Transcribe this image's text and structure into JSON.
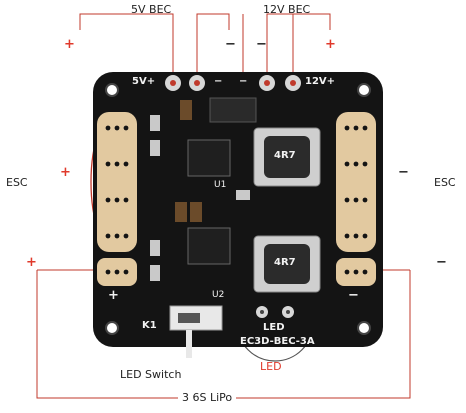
{
  "colors": {
    "board": "#141414",
    "pad": "#e2c9a0",
    "wire": "#c0392b",
    "accent": "#e0392b",
    "label": "#222222",
    "silk": "#f2f2f2"
  },
  "labels": {
    "bec_5v": "5V BEC",
    "bec_12v": "12V BEC",
    "esc_left": "ESC",
    "esc_right": "ESC",
    "led_switch": "LED Switch",
    "led": "LED",
    "lipo": "3 6S LiPo"
  },
  "signs": {
    "plus": "+",
    "minus": "−"
  },
  "board": {
    "silk_5v": "5V+",
    "silk_12v": "12V+",
    "silk_minus": "−",
    "silk_plus": "+",
    "inductor_top": "4R7",
    "inductor_bottom": "4R7",
    "reg_u1": "U1",
    "reg_u2": "U2",
    "switch_label": "K1",
    "led_silk": "LED",
    "model": "EC3D-BEC-3A"
  }
}
